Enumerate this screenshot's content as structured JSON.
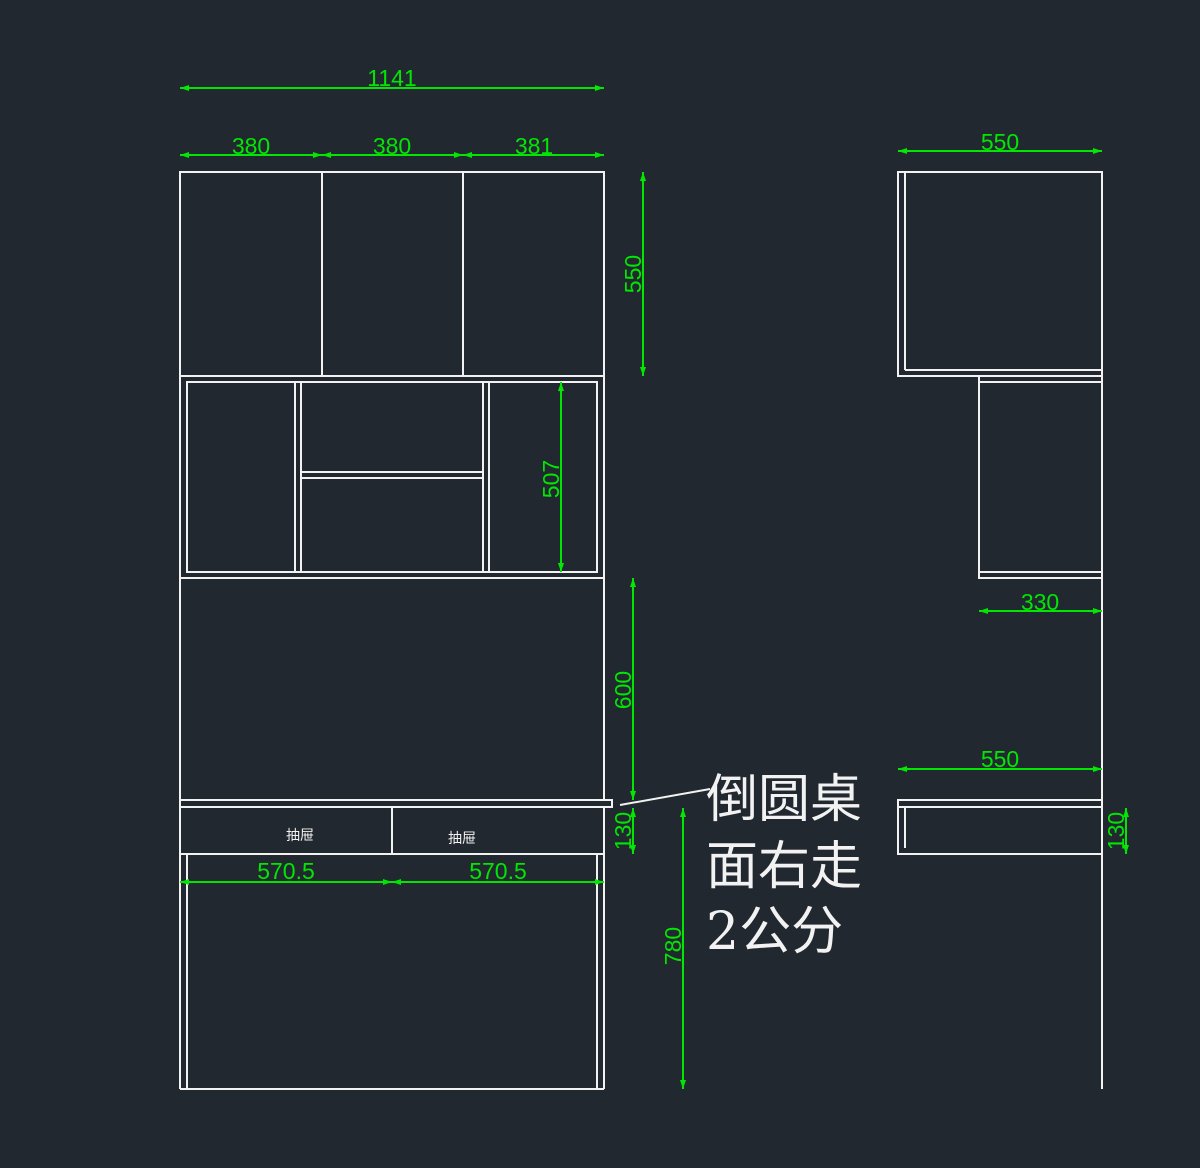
{
  "drawing": {
    "background": "#212830",
    "line_color": "#f2f2f2",
    "dimension_color": "#00e600"
  },
  "dimensions": {
    "total_width": "1141",
    "upper_door_left": "380",
    "upper_door_middle": "380",
    "upper_door_right": "381",
    "upper_height": "550",
    "open_shelf_height": "507",
    "desk_gap_height": "600",
    "desk_top_thickness": "130",
    "desk_left_width": "570.5",
    "desk_right_width": "570.5",
    "desk_height": "780",
    "side_upper_depth": "550",
    "side_middle_depth": "330",
    "side_desk_depth": "550",
    "side_desk_thickness": "130"
  },
  "labels": {
    "drawer_left": "抽屉",
    "drawer_right": "抽屉"
  },
  "note": {
    "line1": "倒圆桌",
    "line2": "面右走",
    "line3": "2公分"
  }
}
